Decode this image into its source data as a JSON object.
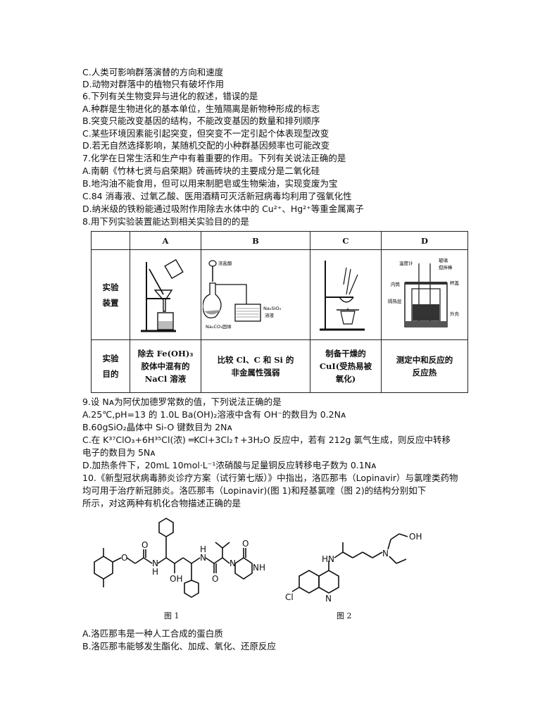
{
  "lines": {
    "l1": "C.人类可影响群落演替的方向和速度",
    "l2": "D.动物对群落中的植物只有破坏作用",
    "q6": "6.下列有关生物变异与进化的叙述，错误的是",
    "q6a": "A.种群是生物进化的基本单位，生殖隔离是新物种形成的标志",
    "q6b": "B.突变只能改变基因的结构，不能改变基因的数量和排列顺序",
    "q6c": "C.某些环境因素能引起突变，但突变不一定引起个体表现型改变",
    "q6d": "D.若无自然选择影响，某随机交配的小种群基因频率也可能改变",
    "q7": "7.化学在日常生活和生产中有着重要的作用。下列有关说法正确的是",
    "q7a": "A.南朝《竹林七贤与启荣期》砖画砖块的主要成分是二氧化硅",
    "q7b": "B.地沟油不能食用，但可以用来制肥皂或生物柴油，实现变废为宝",
    "q7c": "C.84 消毒液、过氧乙酸、医用酒精可灭活新冠病毒均利用了强氧化性",
    "q7d": "D.纳米级的铁粉能通过吸附作用除去水体中的 Cu²⁺、Hg²⁺等重金属离子",
    "q8": "8.用下列实验装置能达到相关实验目的的是",
    "q9": "9.设 Nᴀ为阿伏加德罗常数的值，下列说法正确的是",
    "q9a": "A.25℃,pH=13 的 1.0L Ba(OH)₂溶液中含有 OH⁻的数目为 0.2Nᴀ",
    "q9b": "B.60gSiO₂晶体中 Si-O 键数目为 2Nᴀ",
    "q9c": "C.在 K³⁷ClO₃+6H³⁵Cl(浓) ═KCl+3Cl₂↑+3H₂O 反应中，若有 212g 氯气生成，则反应中转移",
    "q9c2": "电子的数目为 5Nᴀ",
    "q9d": "D.加热条件下，20mL 10mol·L⁻¹浓硝酸与足量铜反应转移电子数为 0.1Nᴀ",
    "q10": "10.《新型冠状病毒肺炎诊疗方案（试行第七版）》中指出，洛匹那韦（Lopinavir）与氯喹类药物",
    "q10b": "均可用于治疗新冠肺炎。洛匹那韦（Lopinavir)(图 1)和羟基氯喹（图 2)的结构分别如下",
    "q10c": "所示，对这两种有机化合物描述正确的是",
    "q10a": "A.洛匹那韦是一种人工合成的蛋白质",
    "q10bb": "B.洛匹那韦能够发生酯化、加成、氧化、还原反应"
  },
  "table": {
    "headers": [
      "A",
      "B",
      "C",
      "D"
    ],
    "row1_label": "实验\n装置",
    "row1_label_a": "实验",
    "row1_label_b": "装置",
    "row2_label_a": "实验",
    "row2_label_b": "目的",
    "purposes": [
      [
        "除去 Fe(OH)₃",
        "胶体中混有的",
        "NaCl 溶液"
      ],
      [
        "比较 Cl、C 和 Si 的",
        "非金属性强弱"
      ],
      [
        "制备干燥的",
        "CuI(受热易被",
        "氧化)"
      ],
      [
        "测定中和反应的",
        "反应热"
      ]
    ],
    "b_labels": {
      "acid": "浓盐酸",
      "salt": "Na₂CO₃固体",
      "soln1": "Na₂SiO₃",
      "soln2": "溶液"
    },
    "d_labels": {
      "thermo": "温度计",
      "stirrer1": "玻璃",
      "stirrer2": "搅拌棒",
      "inner": "内筒",
      "cup": "杯盖",
      "insul": "隔热层",
      "outer": "外壳"
    }
  },
  "figures": {
    "fig1_caption": "图 1",
    "fig2_caption": "图 2",
    "fig1_atoms": {
      "o1": "O",
      "o2": "O",
      "nh1": "N",
      "h1": "H",
      "nh2": "N",
      "h2": "H",
      "oh": "OH",
      "n": "N",
      "nh3": "NH",
      "o3": "O",
      "o4": "O"
    },
    "fig2_atoms": {
      "oh": "OH",
      "n": "N",
      "hn": "HN",
      "cl": "Cl",
      "n2": "N"
    }
  }
}
